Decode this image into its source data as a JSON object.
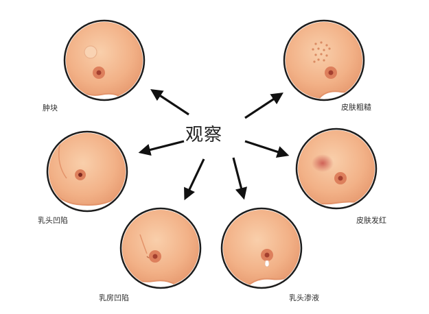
{
  "center": {
    "title": "观察"
  },
  "items": [
    {
      "id": "lump",
      "label": "肿块",
      "icon": "breast-lump-icon"
    },
    {
      "id": "skin-rough",
      "label": "皮肤粗糙",
      "icon": "breast-skin-rough-icon"
    },
    {
      "id": "nipple-retraction",
      "label": "乳头凹陷",
      "icon": "nipple-retraction-icon"
    },
    {
      "id": "skin-red",
      "label": "皮肤发红",
      "icon": "breast-skin-red-icon"
    },
    {
      "id": "breast-dimpling",
      "label": "乳房凹陷",
      "icon": "breast-dimpling-icon"
    },
    {
      "id": "nipple-discharge",
      "label": "乳头渗液",
      "icon": "nipple-discharge-icon"
    }
  ],
  "colors": {
    "outline": "#1c1c1c",
    "skin_light": "#f7c39c",
    "skin_mid": "#efa67a",
    "skin_dark": "#e08d60",
    "areola": "#d97b5c",
    "nipple": "#a4402f",
    "redness": "#c8504a",
    "arrow": "#111111"
  }
}
